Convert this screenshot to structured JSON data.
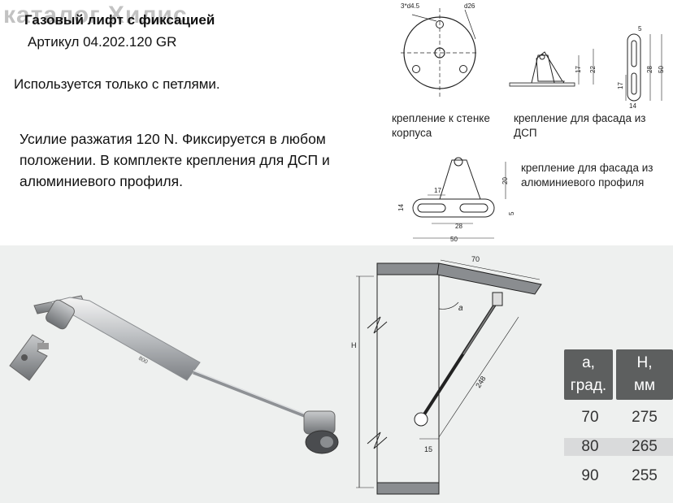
{
  "watermark": "каталог Хилис",
  "title": "Газовый лифт с фиксацией",
  "article": "Артикул  04.202.120 GR",
  "usage_note": "Используется только с петлями.",
  "description": "Усилие разжатия 120 N. Фиксируется в любом положении. В комплекте крепления для ДСП и алюминиевого профиля.",
  "mounts": {
    "wall": {
      "caption": "крепление к стенке корпуса",
      "dims": [
        "3*d4.5",
        "d26"
      ]
    },
    "dsp": {
      "caption": "крепление для фасада из ДСП",
      "dims": [
        "17",
        "22",
        "5",
        "28",
        "50",
        "17",
        "14"
      ]
    },
    "alu": {
      "caption": "крепление для фасада из алюминиевого профиля",
      "dims": [
        "17",
        "20",
        "28",
        "50",
        "14",
        "5"
      ]
    }
  },
  "install": {
    "dims": [
      "70",
      "a",
      "H",
      "248",
      "15"
    ]
  },
  "strut_label": "800",
  "table": {
    "headers": [
      [
        "a,",
        "град."
      ],
      [
        "H,",
        "мм"
      ]
    ],
    "rows": [
      [
        "70",
        "275"
      ],
      [
        "80",
        "265"
      ],
      [
        "90",
        "255"
      ]
    ]
  }
}
